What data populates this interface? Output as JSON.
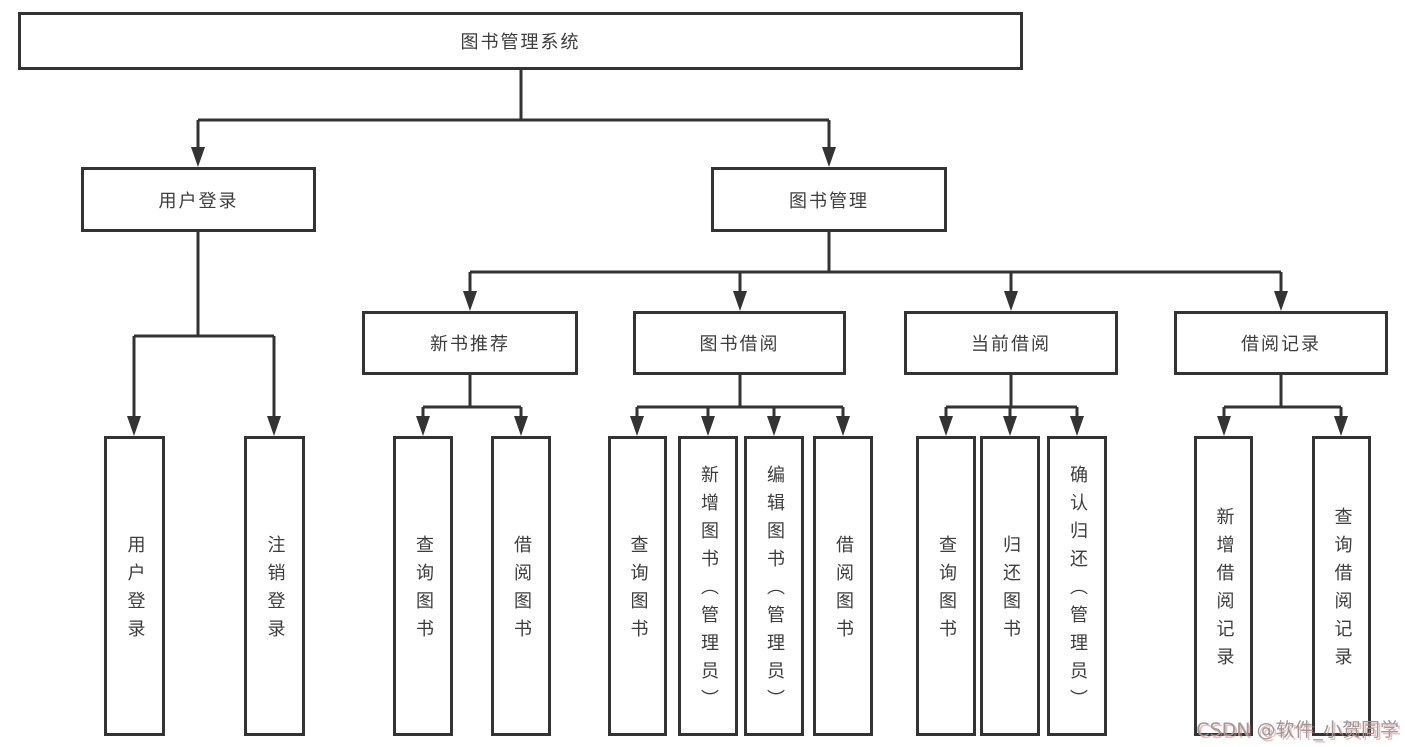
{
  "tree": {
    "root": {
      "label": "图书管理系统"
    },
    "branches": [
      {
        "label": "用户登录",
        "children": [
          {
            "label": "用户登录"
          },
          {
            "label": "注销登录"
          }
        ]
      },
      {
        "label": "图书管理",
        "children": [
          {
            "label": "新书推荐",
            "children": [
              {
                "label": "查询图书"
              },
              {
                "label": "借阅图书"
              }
            ]
          },
          {
            "label": "图书借阅",
            "children": [
              {
                "label": "查询图书"
              },
              {
                "label": "新增图书（管理员）"
              },
              {
                "label": "编辑图书（管理员）"
              },
              {
                "label": "借阅图书"
              }
            ]
          },
          {
            "label": "当前借阅",
            "children": [
              {
                "label": "查询图书"
              },
              {
                "label": "归还图书"
              },
              {
                "label": "确认归还（管理员）"
              }
            ]
          },
          {
            "label": "借阅记录",
            "children": [
              {
                "label": "新增借阅记录"
              },
              {
                "label": "查询借阅记录"
              }
            ]
          }
        ]
      }
    ]
  },
  "watermark": {
    "text": "CSDN @软件_小贺同学"
  },
  "colors": {
    "line": "#333333",
    "text": "#3d3d3d",
    "background": "#ffffff",
    "watermark": "#9b9b9b"
  }
}
